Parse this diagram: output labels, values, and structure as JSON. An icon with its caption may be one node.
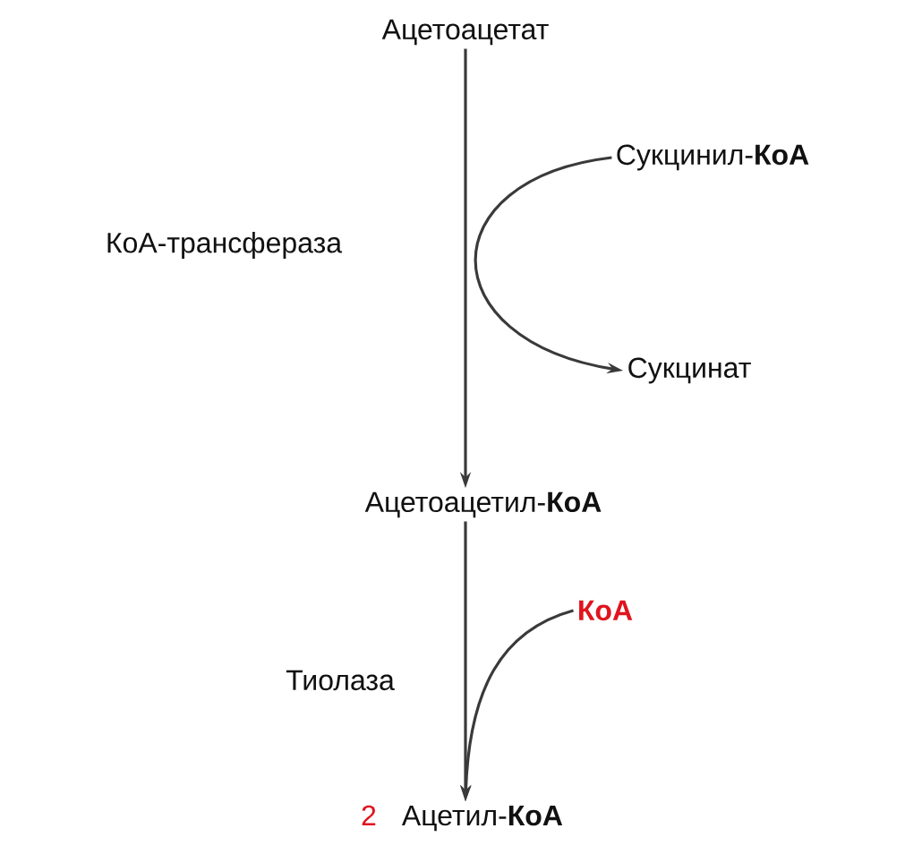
{
  "diagram": {
    "nodes": [
      {
        "text": [
          "Ацетоацетат"
        ]
      },
      {
        "text": [
          "Сукцинил-**КоА**"
        ]
      },
      {
        "text": [
          "Сукцинат"
        ]
      },
      {
        "text": [
          "Ацетоацетил-**КоА**"
        ]
      },
      {
        "text": [
          "КоА"
        ]
      },
      {
        "text": [
          "2",
          "Ацетил-**КоА**"
        ]
      }
    ],
    "edges": [
      {
        "from": 0,
        "to": 3,
        "arrow": "to",
        "label": "КоА-трансфераза"
      },
      {
        "from": 1,
        "to": 2,
        "arrow": "to"
      },
      {
        "from": 3,
        "to": 5,
        "arrow": "to",
        "label": "Тиолаза"
      },
      {
        "from": 4,
        "to": 5,
        "arrow": "to"
      }
    ]
  }
}
